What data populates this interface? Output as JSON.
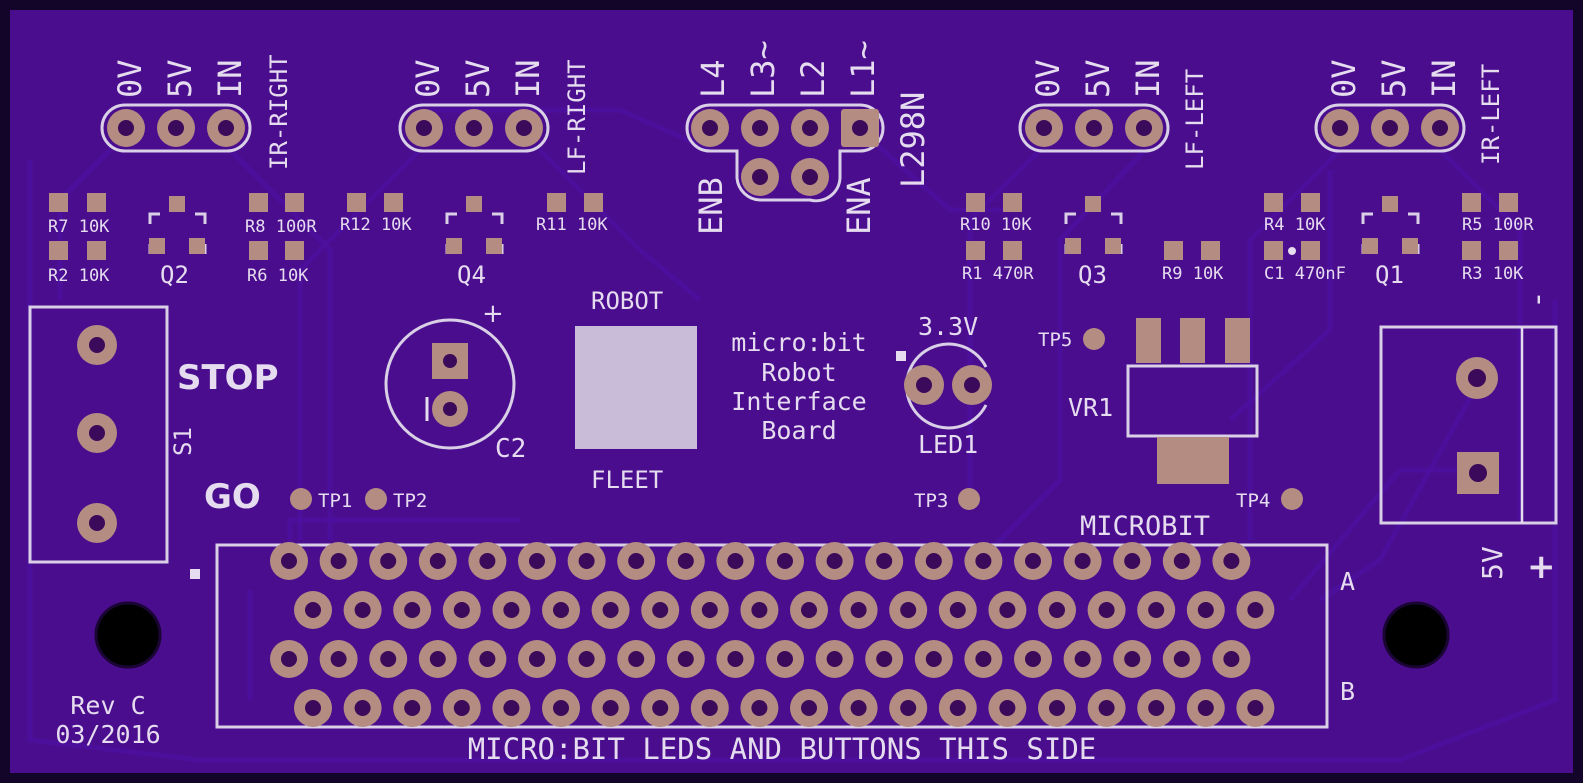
{
  "colors": {
    "board": "#4a0d8e",
    "border": "#13052a",
    "silkscreen": "#e6dcef",
    "pad": "#b48c82",
    "drill": "#000000"
  },
  "headers": {
    "ir_right": {
      "pins": [
        "0V",
        "5V",
        "IN"
      ],
      "name": "IR-RIGHT"
    },
    "lf_right": {
      "pins": [
        "0V",
        "5V",
        "IN"
      ],
      "name": "LF-RIGHT"
    },
    "l298n": {
      "pins": [
        "L4",
        "L3~",
        "L2",
        "L1~"
      ],
      "enable_left": "ENB",
      "enable_right": "ENA",
      "name": "L298N"
    },
    "lf_left": {
      "pins": [
        "0V",
        "5V",
        "IN"
      ],
      "name": "LF-LEFT"
    },
    "ir_left": {
      "pins": [
        "0V",
        "5V",
        "IN"
      ],
      "name": "IR-LEFT"
    }
  },
  "components": {
    "r7": "R7 10K",
    "r2": "R2 10K",
    "q2": "Q2",
    "r8": "R8 100R",
    "r6": "R6 10K",
    "r12": "R12 10K",
    "q4": "Q4",
    "r11": "R11 10K",
    "r10": "R10 10K",
    "r1": "R1 470R",
    "q3": "Q3",
    "r9": "R9 10K",
    "r4": "R4 10K",
    "c1": "C1 470nF",
    "q1": "Q1",
    "r5": "R5 100R",
    "r3": "R3 10K"
  },
  "switch": {
    "ref": "S1",
    "stop": "STOP",
    "go": "GO"
  },
  "capacitor": {
    "ref": "C2",
    "plus": "+"
  },
  "logo": {
    "top": "ROBOT",
    "bottom": "FLEET"
  },
  "title": {
    "line1": "micro:bit",
    "line2": "Robot",
    "line3": "Interface",
    "line4": "Board"
  },
  "led": {
    "voltage": "3.3V",
    "ref": "LED1"
  },
  "test_points": {
    "tp1": "TP1",
    "tp2": "TP2",
    "tp3": "TP3",
    "tp4": "TP4",
    "tp5": "TP5"
  },
  "regulator": {
    "ref": "VR1"
  },
  "power_terminal": {
    "label": "5V",
    "plus": "+",
    "minus": "-"
  },
  "edge_connector": {
    "name": "MICROBIT",
    "row_a": "A",
    "row_b": "B",
    "note": "MICRO:BIT LEDS AND BUTTONS THIS SIDE"
  },
  "revision": {
    "rev": "Rev C",
    "date": "03/2016"
  }
}
